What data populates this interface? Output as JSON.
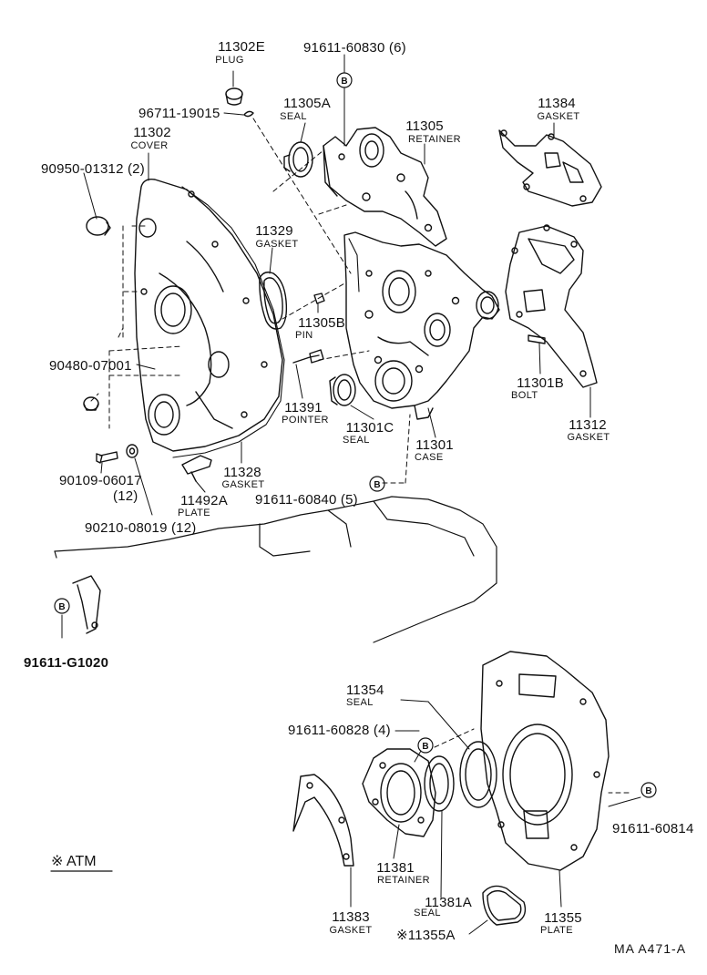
{
  "labels": {
    "p11302E": {
      "number": "11302E",
      "name": "PLUG"
    },
    "p91611_60830": {
      "number": "91611-60830 (6)"
    },
    "p96711_19015": {
      "number": "96711-19015"
    },
    "p11305A": {
      "number": "11305A",
      "name": "SEAL"
    },
    "p11305": {
      "number": "11305",
      "name": "RETAINER"
    },
    "p11384": {
      "number": "11384",
      "name": "GASKET"
    },
    "p11302": {
      "number": "11302",
      "name": "COVER"
    },
    "p90950_01312": {
      "number": "90950-01312 (2)"
    },
    "p11329": {
      "number": "11329",
      "name": "GASKET"
    },
    "p11305B": {
      "number": "11305B",
      "name": "PIN"
    },
    "p90480_07001": {
      "number": "90480-07001"
    },
    "p11301B": {
      "number": "11301B",
      "name": "BOLT"
    },
    "p11391": {
      "number": "11391",
      "name": "POINTER"
    },
    "p11301C": {
      "number": "11301C",
      "name": "SEAL"
    },
    "p11301": {
      "number": "11301",
      "name": "CASE"
    },
    "p11312": {
      "number": "11312",
      "name": "GASKET"
    },
    "p90109_06017": {
      "number": "90109-06017",
      "qty": "(12)"
    },
    "p11328": {
      "number": "11328",
      "name": "GASKET"
    },
    "p11492A": {
      "number": "11492A",
      "name": "PLATE"
    },
    "p91611_60840": {
      "number": "91611-60840 (5)"
    },
    "p90210_08019": {
      "number": "90210-08019 (12)"
    },
    "p91611_G1020": {
      "number": "91611-G1020"
    },
    "p11354": {
      "number": "11354",
      "name": "SEAL"
    },
    "p91611_60828": {
      "number": "91611-60828 (4)"
    },
    "p91611_60814": {
      "number": "91611-60814"
    },
    "p11381": {
      "number": "11381",
      "name": "RETAINER"
    },
    "p11381A": {
      "number": "11381A",
      "name": "SEAL"
    },
    "p11383": {
      "number": "11383",
      "name": "GASKET"
    },
    "p11355": {
      "number": "11355",
      "name": "PLATE"
    },
    "p11355A": {
      "number": "※11355A"
    }
  },
  "legend": {
    "atm": "※ ATM"
  },
  "bolt_marker": "B",
  "footer": {
    "code": "MA  A471-A"
  }
}
